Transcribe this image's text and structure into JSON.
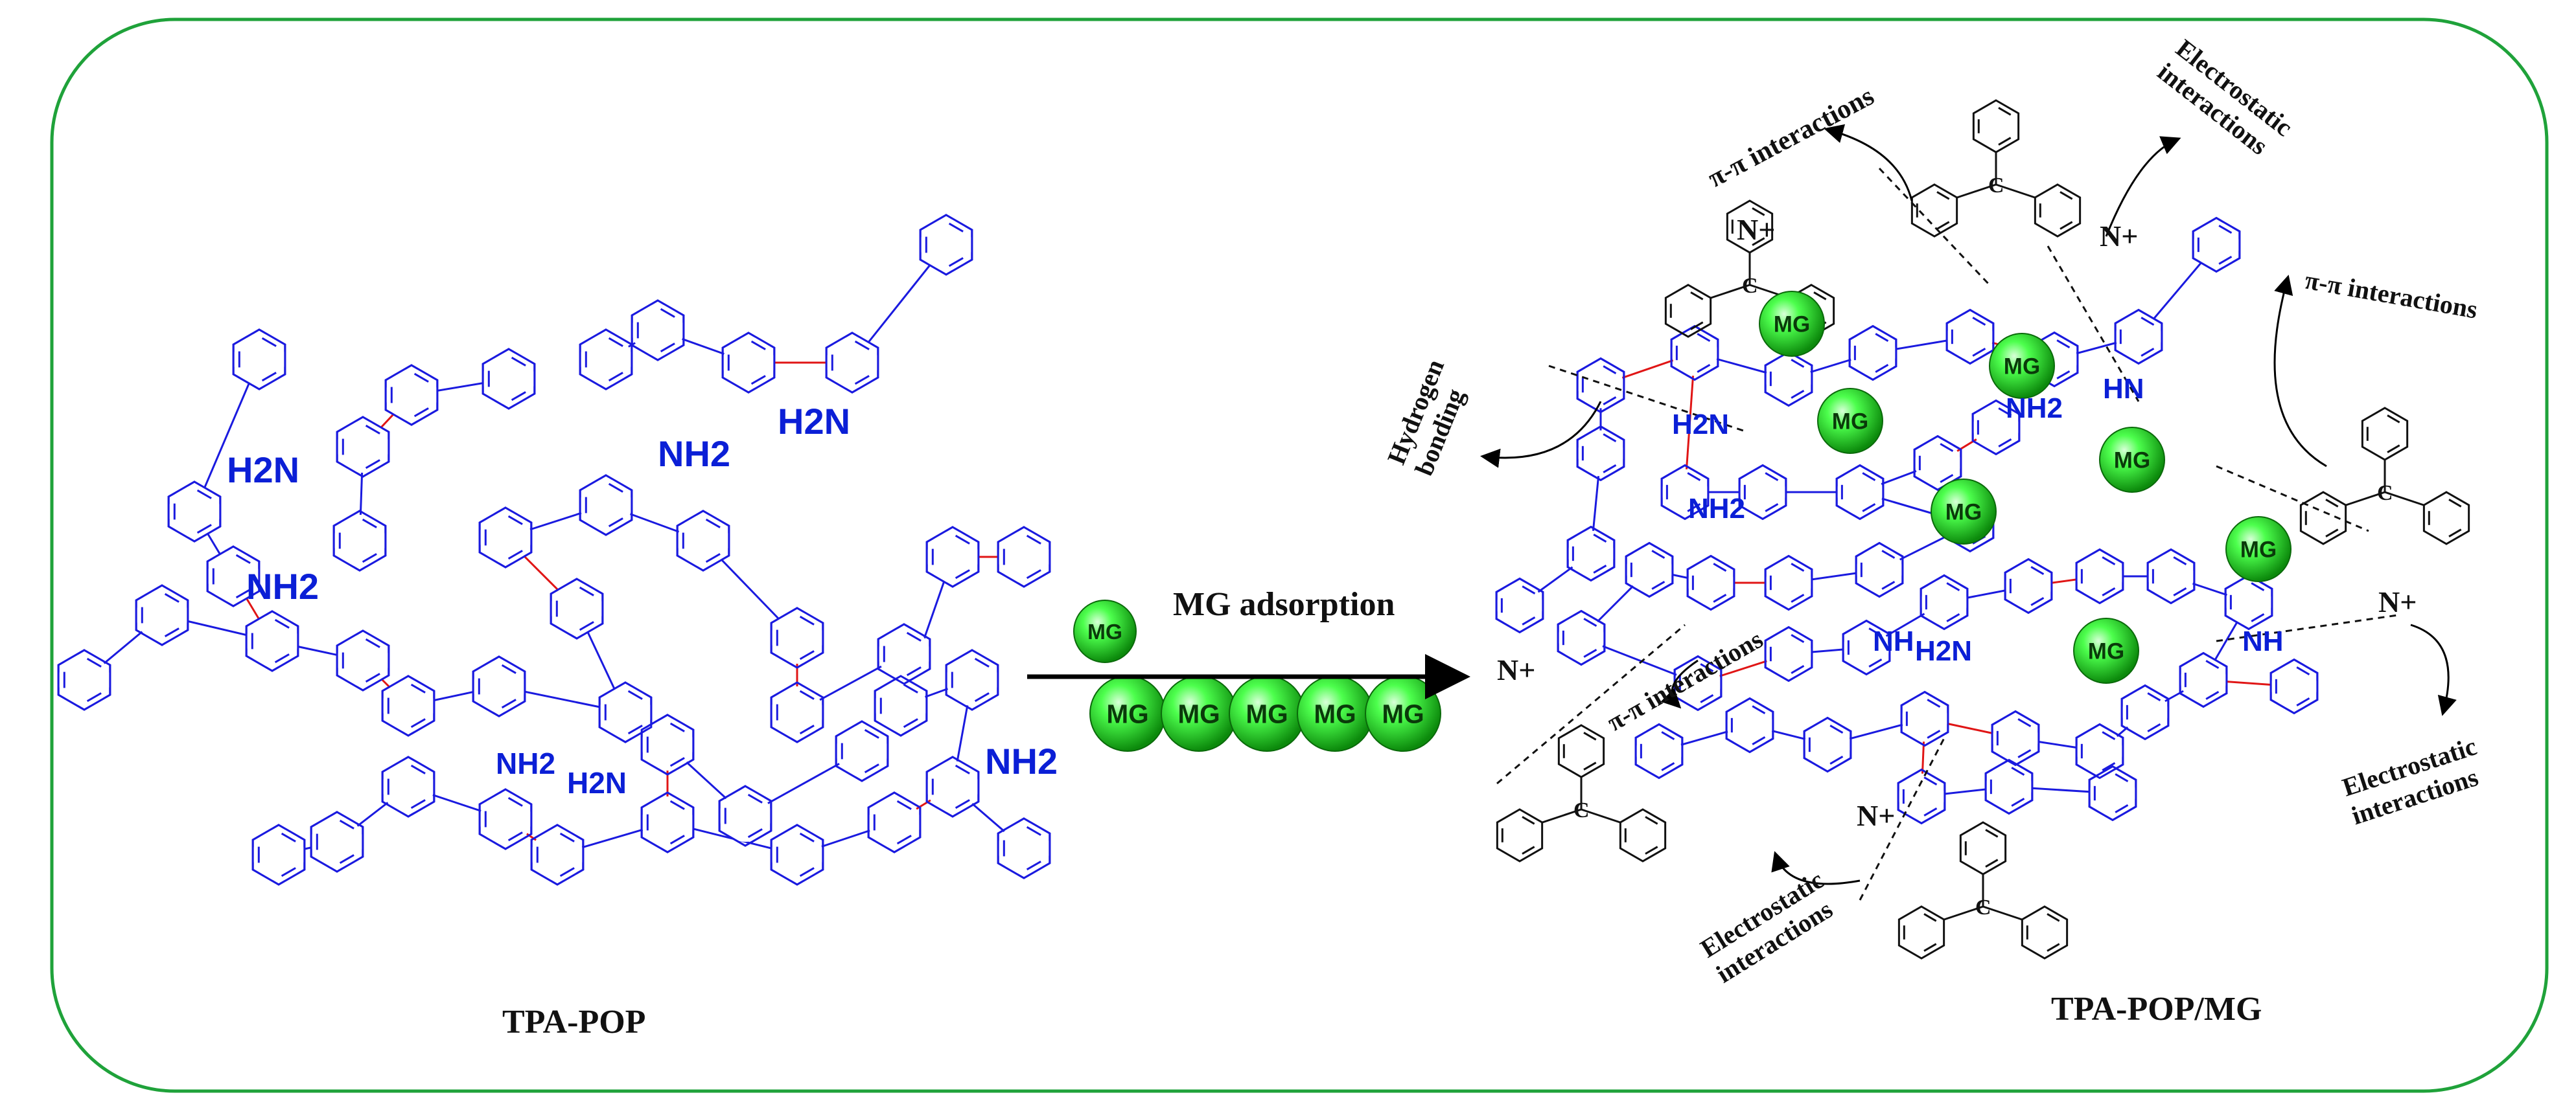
{
  "colors": {
    "frame": "#1fa23a",
    "polymer": "#1a1adf",
    "linker": "#e01515",
    "dye": "#111111",
    "mg_sphere": "#2ee62e",
    "arrow": "#000000"
  },
  "labels": {
    "left_caption": "TPA-POP",
    "right_caption": "TPA-POP/MG",
    "process": "MG adsorption",
    "mg": "MG",
    "nh2": "NH2",
    "h2n": "H2N",
    "nh": "NH",
    "hn": "HN",
    "n_plus": "N+",
    "pi_pi": "π-π interactions",
    "electrostatic_line1": "Electrostatic",
    "electrostatic_line2": "interactions",
    "hydrogen_line1": "Hydrogen",
    "hydrogen_line2": "bonding"
  }
}
